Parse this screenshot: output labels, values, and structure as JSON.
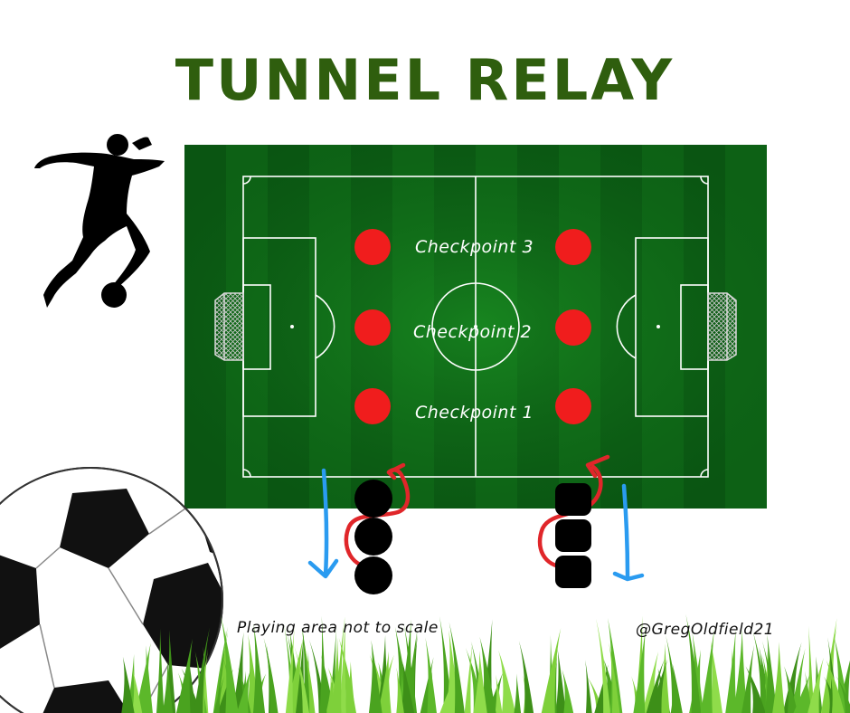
{
  "title": "TUNNEL RELAY",
  "checkpoints": [
    {
      "label": "Checkpoint 3",
      "color": "#f01d1d"
    },
    {
      "label": "Checkpoint 2",
      "color": "#f01d1d"
    },
    {
      "label": "Checkpoint 1",
      "color": "#f01d1d"
    }
  ],
  "note": "Playing area not to scale",
  "handle": "@GregOldfield21",
  "colors": {
    "title": "#2f5e0e",
    "pitch_dark": "#0b5d14",
    "pitch_light": "#17801f",
    "checkpoint": "#f01d1d",
    "run_path": "#e0262a",
    "return_path": "#2a9bf0",
    "player": "#000000",
    "grass": "#6cc22c"
  },
  "icons": [
    "player-kicking-silhouette-icon",
    "soccer-ball-icon",
    "goal-net-icon",
    "grass-icon"
  ]
}
